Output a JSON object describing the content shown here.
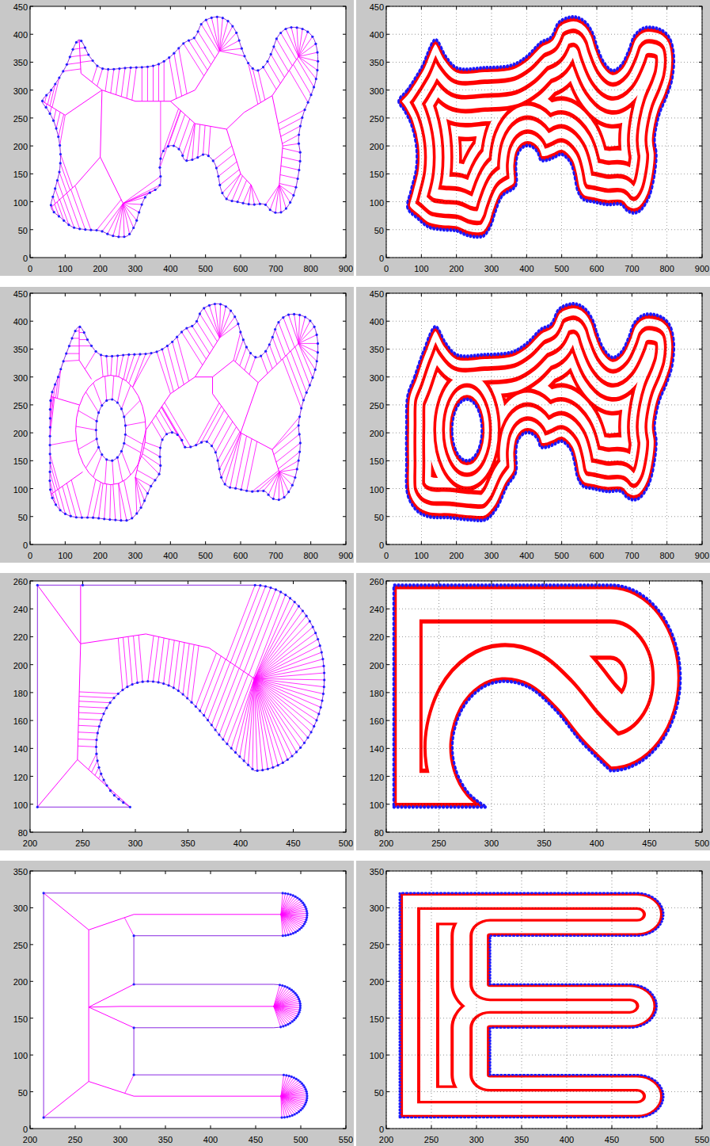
{
  "diagram": {
    "labels": [
      "0",
      "100",
      "200",
      "300",
      "400",
      "500",
      "600",
      "700",
      "800",
      "900",
      "0",
      "50",
      "100",
      "150",
      "200",
      "250",
      "300",
      "350",
      "400",
      "450",
      "0",
      "100",
      "200",
      "300",
      "400",
      "500",
      "600",
      "700",
      "800",
      "900",
      "0",
      "50",
      "100",
      "150",
      "200",
      "250",
      "300",
      "350",
      "400",
      "450",
      "0",
      "100",
      "200",
      "300",
      "400",
      "500",
      "600",
      "700",
      "800",
      "900",
      "0",
      "50",
      "100",
      "150",
      "200",
      "250",
      "300",
      "350",
      "400",
      "450",
      "0",
      "100",
      "200",
      "300",
      "400",
      "500",
      "600",
      "700",
      "800",
      "900",
      "0",
      "50",
      "100",
      "150",
      "200",
      "250",
      "300",
      "350",
      "400",
      "450",
      "200",
      "250",
      "300",
      "350",
      "400",
      "450",
      "500",
      "80",
      "100",
      "120",
      "140",
      "160",
      "180",
      "200",
      "220",
      "240",
      "260",
      "200",
      "250",
      "300",
      "350",
      "400",
      "450",
      "500",
      "80",
      "100",
      "120",
      "140",
      "160",
      "180",
      "200",
      "220",
      "240",
      "260",
      "200",
      "250",
      "300",
      "350",
      "400",
      "450",
      "500",
      "550",
      "0",
      "50",
      "100",
      "150",
      "200",
      "250",
      "300",
      "350",
      "200",
      "250",
      "300",
      "350",
      "400",
      "450",
      "500",
      "550",
      "0",
      "50",
      "100",
      "150",
      "200",
      "250",
      "300",
      "350"
    ]
  }
}
